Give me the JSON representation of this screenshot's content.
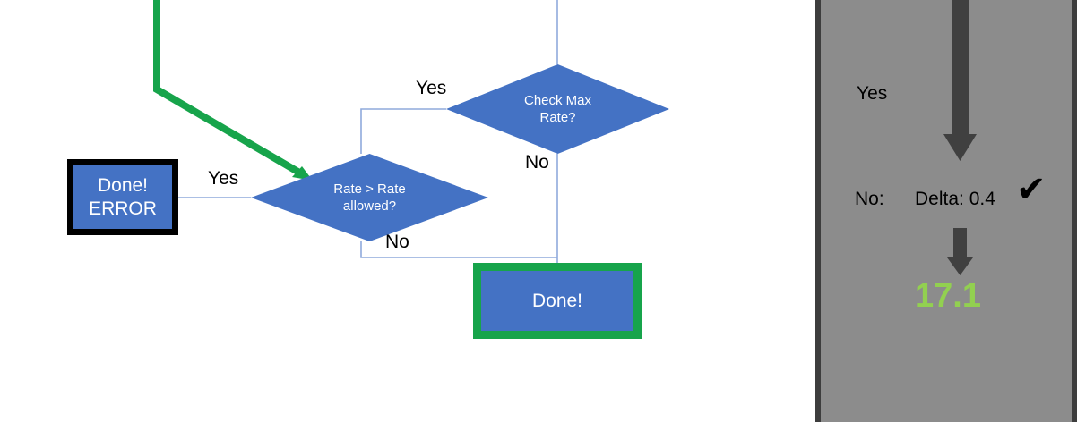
{
  "flowchart": {
    "nodes": {
      "done_error": {
        "line1": "Done!",
        "line2": "ERROR",
        "fill": "#4472C4",
        "border": "#000000"
      },
      "done_ok": {
        "label": "Done!",
        "fill": "#4472C4",
        "border": "#17A44B"
      },
      "check_max_rate": {
        "line1": "Check Max",
        "line2": "Rate?",
        "fill": "#4472C4"
      },
      "rate_gt_allowed": {
        "line1": "Rate > Rate",
        "line2": "allowed?",
        "fill": "#4472C4"
      }
    },
    "edge_labels": {
      "yes_to_rate_check": "Yes",
      "no_from_check_max_rate": "No",
      "yes_to_error": "Yes",
      "no_to_done": "No"
    },
    "colors": {
      "connector": "#8FAADC",
      "highlight_path": "#17A44B",
      "node_fill": "#4472C4"
    }
  },
  "side_panel": {
    "yes_label": "Yes",
    "no_label": "No:",
    "delta_label": "Delta: 0.4",
    "check_mark": "✔",
    "result_value": "17.1",
    "colors": {
      "background": "#8c8c8c",
      "border": "#3d3d3d",
      "arrow": "#404040",
      "result": "#92D050"
    }
  }
}
